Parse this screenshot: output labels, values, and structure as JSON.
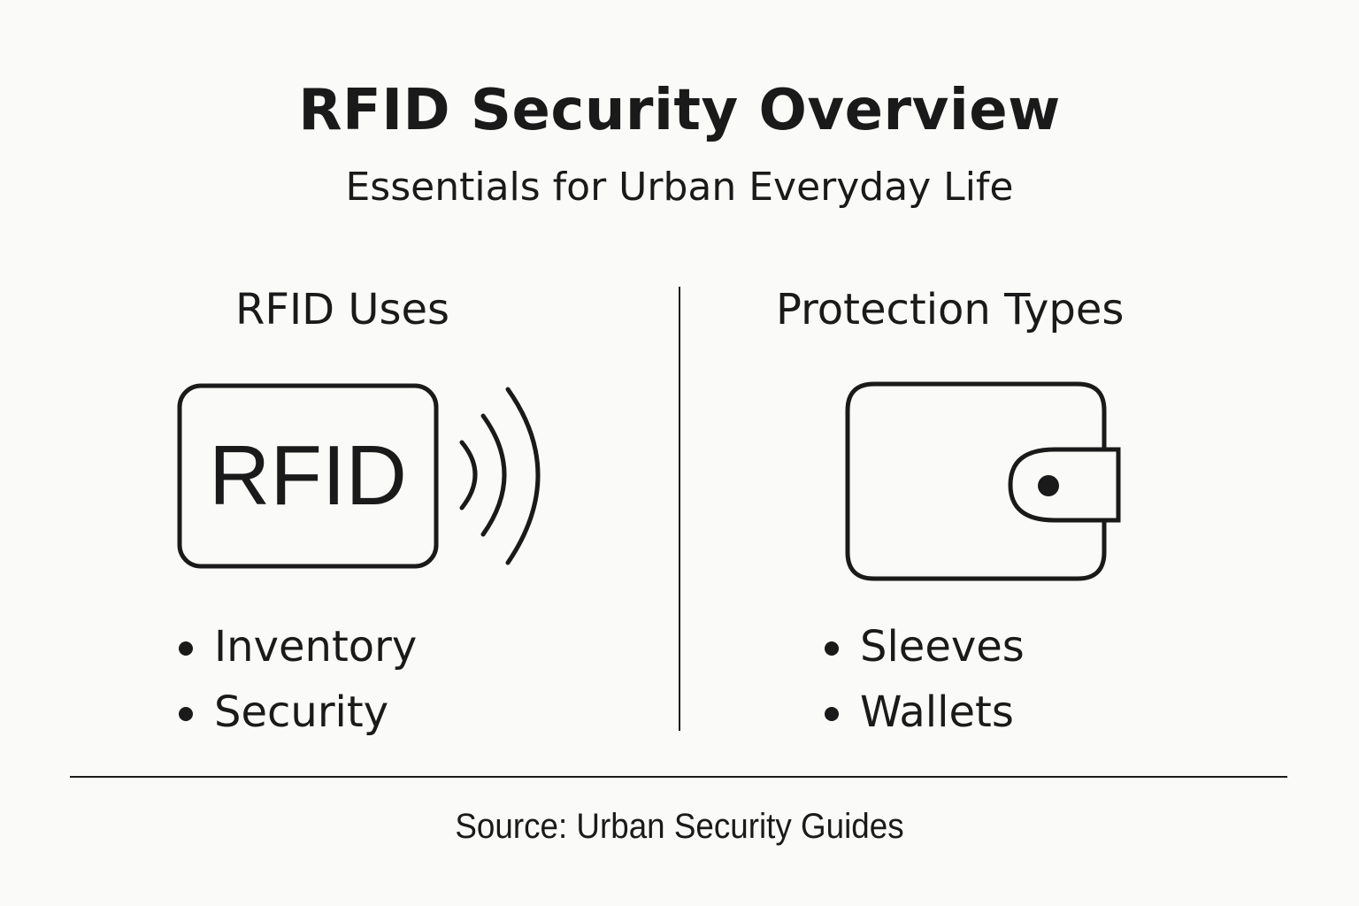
{
  "header": {
    "title": "RFID Security Overview",
    "subtitle": "Essentials for Urban Everyday Life"
  },
  "columns": [
    {
      "heading": "RFID Uses",
      "icon": "rfid-card-with-signal-waves-icon",
      "icon_label": "RFID",
      "items": [
        "Inventory",
        "Security"
      ]
    },
    {
      "heading": "Protection Types",
      "icon": "wallet-icon",
      "items": [
        "Sleeves",
        "Wallets"
      ]
    }
  ],
  "footer": {
    "source": "Source: Urban Security Guides"
  },
  "colors": {
    "background": "#fafaf8",
    "ink": "#1a1a1a"
  }
}
